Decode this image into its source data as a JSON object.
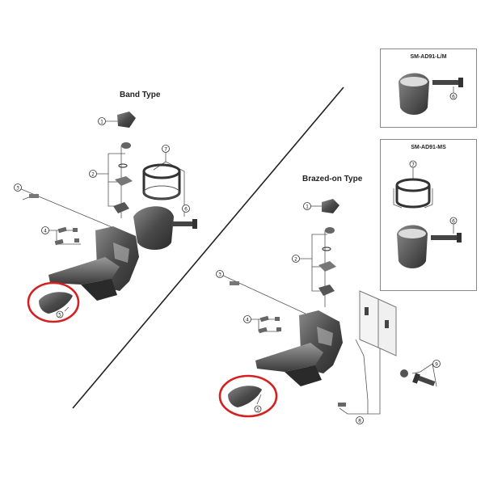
{
  "titles": {
    "band_type": "Band Type",
    "brazed_on_type": "Brazed-on Type"
  },
  "insets": {
    "lm": "SM-AD91-L/M",
    "ms": "SM-AD91-MS"
  },
  "callouts": {
    "c1": "1",
    "c2": "2",
    "c3": "3",
    "c4": "4",
    "c5": "5",
    "c6": "6",
    "c7": "7",
    "c8": "8",
    "c9": "9"
  },
  "colors": {
    "highlight": "#d42020",
    "part_dark": "#3a3a3a",
    "part_mid": "#6e6e6e",
    "line": "#555555"
  }
}
